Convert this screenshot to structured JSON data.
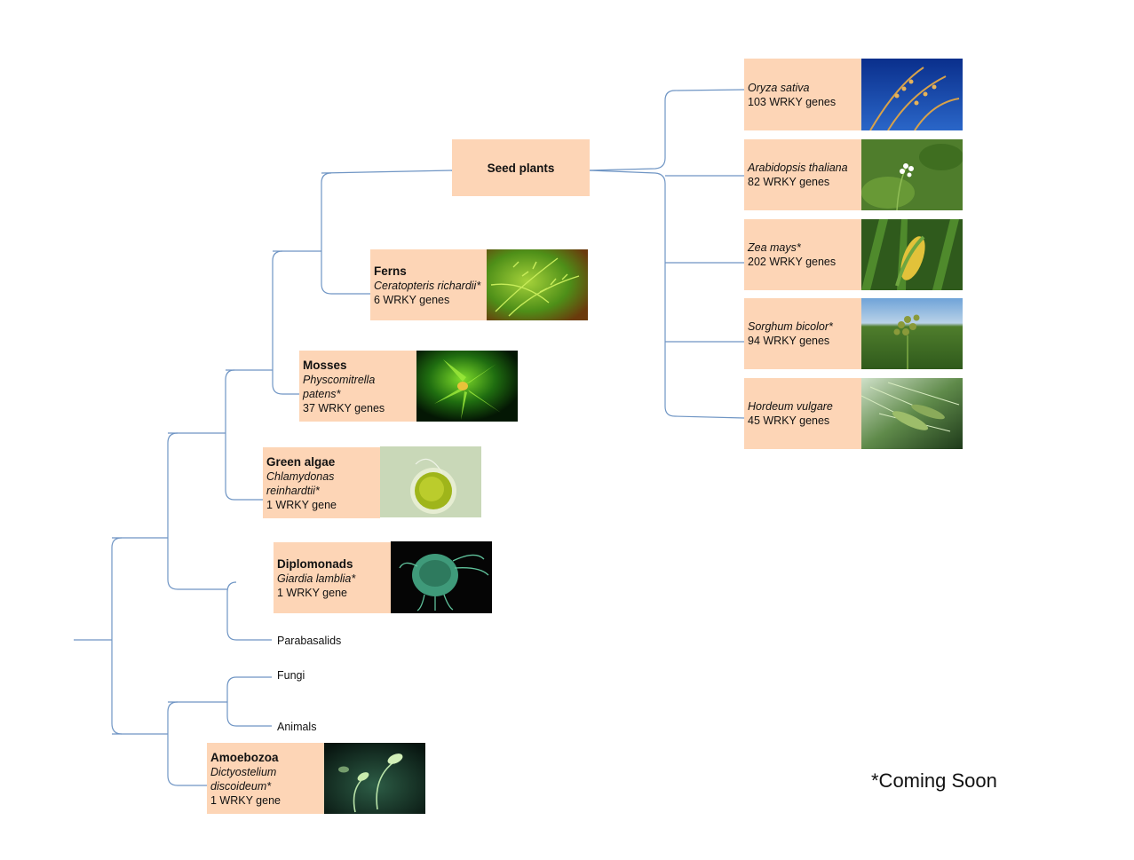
{
  "tree": {
    "seed_plants": {
      "title": "Seed plants"
    },
    "ferns": {
      "title": "Ferns",
      "species": "Ceratopteris richardii*",
      "count": "6 WRKY genes",
      "image": "fern-frond-photo"
    },
    "mosses": {
      "title": "Mosses",
      "species": "Physcomitrella patens*",
      "count": "37 WRKY genes",
      "image": "moss-photo"
    },
    "green_algae": {
      "title": "Green algae",
      "species_line1": "Chlamydonas",
      "species_line2": "reinhardtii*",
      "count": "1 WRKY gene",
      "image": "green-alga-cell-photo"
    },
    "diplomonads": {
      "title": "Diplomonads",
      "species": "Giardia lamblia*",
      "count": "1 WRKY gene",
      "image": "giardia-photo"
    },
    "parabasalids": {
      "label": "Parabasalids"
    },
    "fungi": {
      "label": "Fungi"
    },
    "animals": {
      "label": "Animals"
    },
    "amoebozoa": {
      "title": "Amoebozoa",
      "species_line1": "Dictyostelium",
      "species_line2": "discoideum*",
      "count": "1 WRKY gene",
      "image": "dictyostelium-photo"
    }
  },
  "seed_plant_species": [
    {
      "species": "Oryza sativa",
      "count": "103 WRKY genes",
      "image": "rice-panicle-photo"
    },
    {
      "species": "Arabidopsis thaliana",
      "count": "82 WRKY genes",
      "image": "arabidopsis-flower-photo"
    },
    {
      "species": "Zea mays*",
      "count": "202 WRKY genes",
      "image": "maize-ear-photo"
    },
    {
      "species": "Sorghum bicolor*",
      "count": "94 WRKY genes",
      "image": "sorghum-head-photo"
    },
    {
      "species": "Hordeum vulgare",
      "count": "45 WRKY genes",
      "image": "barley-spikes-photo"
    }
  ],
  "footnote": "*Coming Soon",
  "colors": {
    "node_fill": "#fdd5b6",
    "branch_line": "#6f95c4"
  }
}
